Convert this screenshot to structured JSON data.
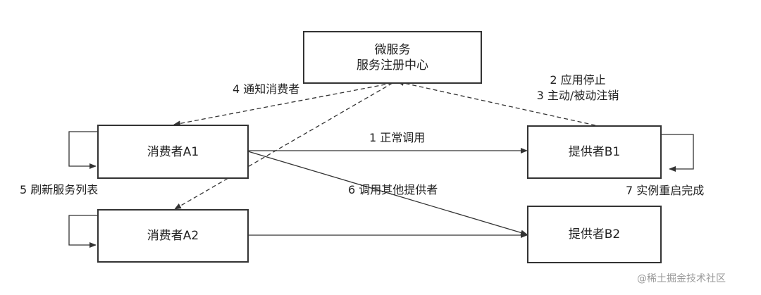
{
  "nodes": {
    "registry": {
      "line1": "微服务",
      "line2": "服务注册中心"
    },
    "consumer_a1": "消费者A1",
    "consumer_a2": "消费者A2",
    "provider_b1": "提供者B1",
    "provider_b2": "提供者B2"
  },
  "labels": {
    "notify_consumers": "4 通知消费者",
    "app_stop": "2 应用停止",
    "deregister": "3 主动/被动注销",
    "normal_call": "1 正常调用",
    "refresh_list": "5 刷新服务列表",
    "call_other": "6 调用其他提供者",
    "restart_done": "7 实例重启完成"
  },
  "watermark": "@稀土掘金技术社区"
}
